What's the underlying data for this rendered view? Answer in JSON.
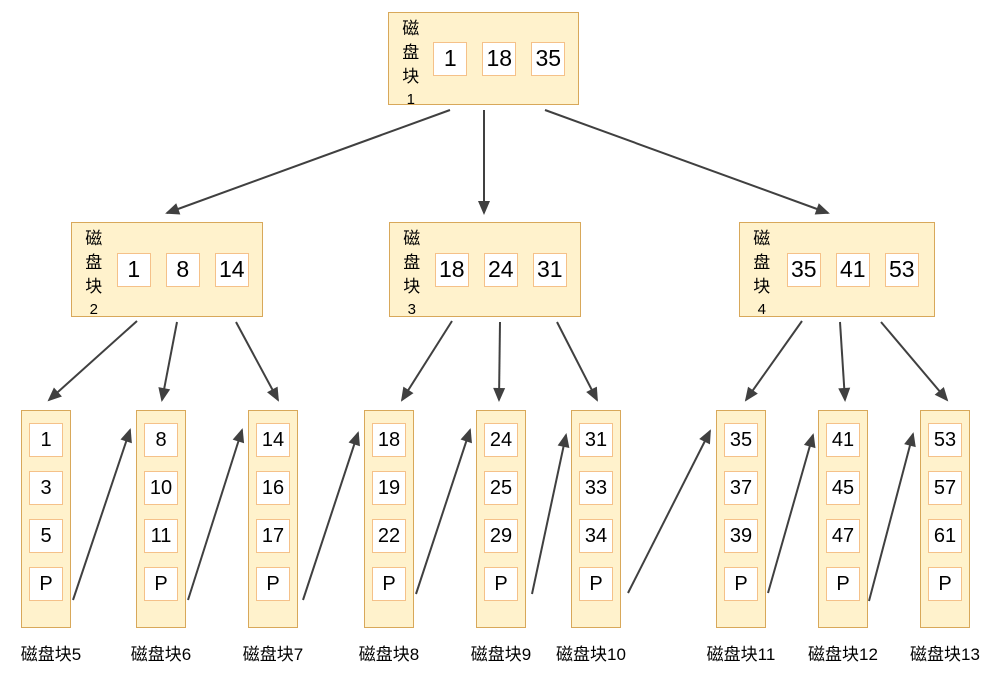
{
  "colors": {
    "background": "#FFFFFF",
    "node_fill": "#FFF2CC",
    "node_border": "#D8A85A",
    "cell_fill": "#FFFFFF",
    "cell_border": "#F5C189",
    "arrow": "#404040",
    "text": "#000000"
  },
  "internal_nodes": [
    {
      "title": "磁盘块",
      "number": "1",
      "keys": [
        "1",
        "18",
        "35"
      ]
    },
    {
      "title": "磁盘块",
      "number": "2",
      "keys": [
        "1",
        "8",
        "14"
      ]
    },
    {
      "title": "磁盘块",
      "number": "3",
      "keys": [
        "18",
        "24",
        "31"
      ]
    },
    {
      "title": "磁盘块",
      "number": "4",
      "keys": [
        "35",
        "41",
        "53"
      ]
    }
  ],
  "leaf_nodes": [
    {
      "label": "磁盘块5",
      "cells": [
        "1",
        "3",
        "5",
        "P"
      ]
    },
    {
      "label": "磁盘块6",
      "cells": [
        "8",
        "10",
        "11",
        "P"
      ]
    },
    {
      "label": "磁盘块7",
      "cells": [
        "14",
        "16",
        "17",
        "P"
      ]
    },
    {
      "label": "磁盘块8",
      "cells": [
        "18",
        "19",
        "22",
        "P"
      ]
    },
    {
      "label": "磁盘块9",
      "cells": [
        "24",
        "25",
        "29",
        "P"
      ]
    },
    {
      "label": "磁盘块10",
      "cells": [
        "31",
        "33",
        "34",
        "P"
      ]
    },
    {
      "label": "磁盘块11",
      "cells": [
        "35",
        "37",
        "39",
        "P"
      ]
    },
    {
      "label": "磁盘块12",
      "cells": [
        "41",
        "45",
        "47",
        "P"
      ]
    },
    {
      "label": "磁盘块13",
      "cells": [
        "53",
        "57",
        "61",
        "P"
      ]
    }
  ],
  "edges": {
    "tree": [
      [
        "磁盘块1",
        "磁盘块2"
      ],
      [
        "磁盘块1",
        "磁盘块3"
      ],
      [
        "磁盘块1",
        "磁盘块4"
      ],
      [
        "磁盘块2",
        "磁盘块5"
      ],
      [
        "磁盘块2",
        "磁盘块6"
      ],
      [
        "磁盘块2",
        "磁盘块7"
      ],
      [
        "磁盘块3",
        "磁盘块8"
      ],
      [
        "磁盘块3",
        "磁盘块9"
      ],
      [
        "磁盘块3",
        "磁盘块10"
      ],
      [
        "磁盘块4",
        "磁盘块11"
      ],
      [
        "磁盘块4",
        "磁盘块12"
      ],
      [
        "磁盘块4",
        "磁盘块13"
      ]
    ],
    "leaf_chain": [
      [
        "磁盘块5",
        "磁盘块6"
      ],
      [
        "磁盘块6",
        "磁盘块7"
      ],
      [
        "磁盘块7",
        "磁盘块8"
      ],
      [
        "磁盘块8",
        "磁盘块9"
      ],
      [
        "磁盘块9",
        "磁盘块10"
      ],
      [
        "磁盘块10",
        "磁盘块11"
      ],
      [
        "磁盘块11",
        "磁盘块12"
      ],
      [
        "磁盘块12",
        "磁盘块13"
      ]
    ]
  }
}
